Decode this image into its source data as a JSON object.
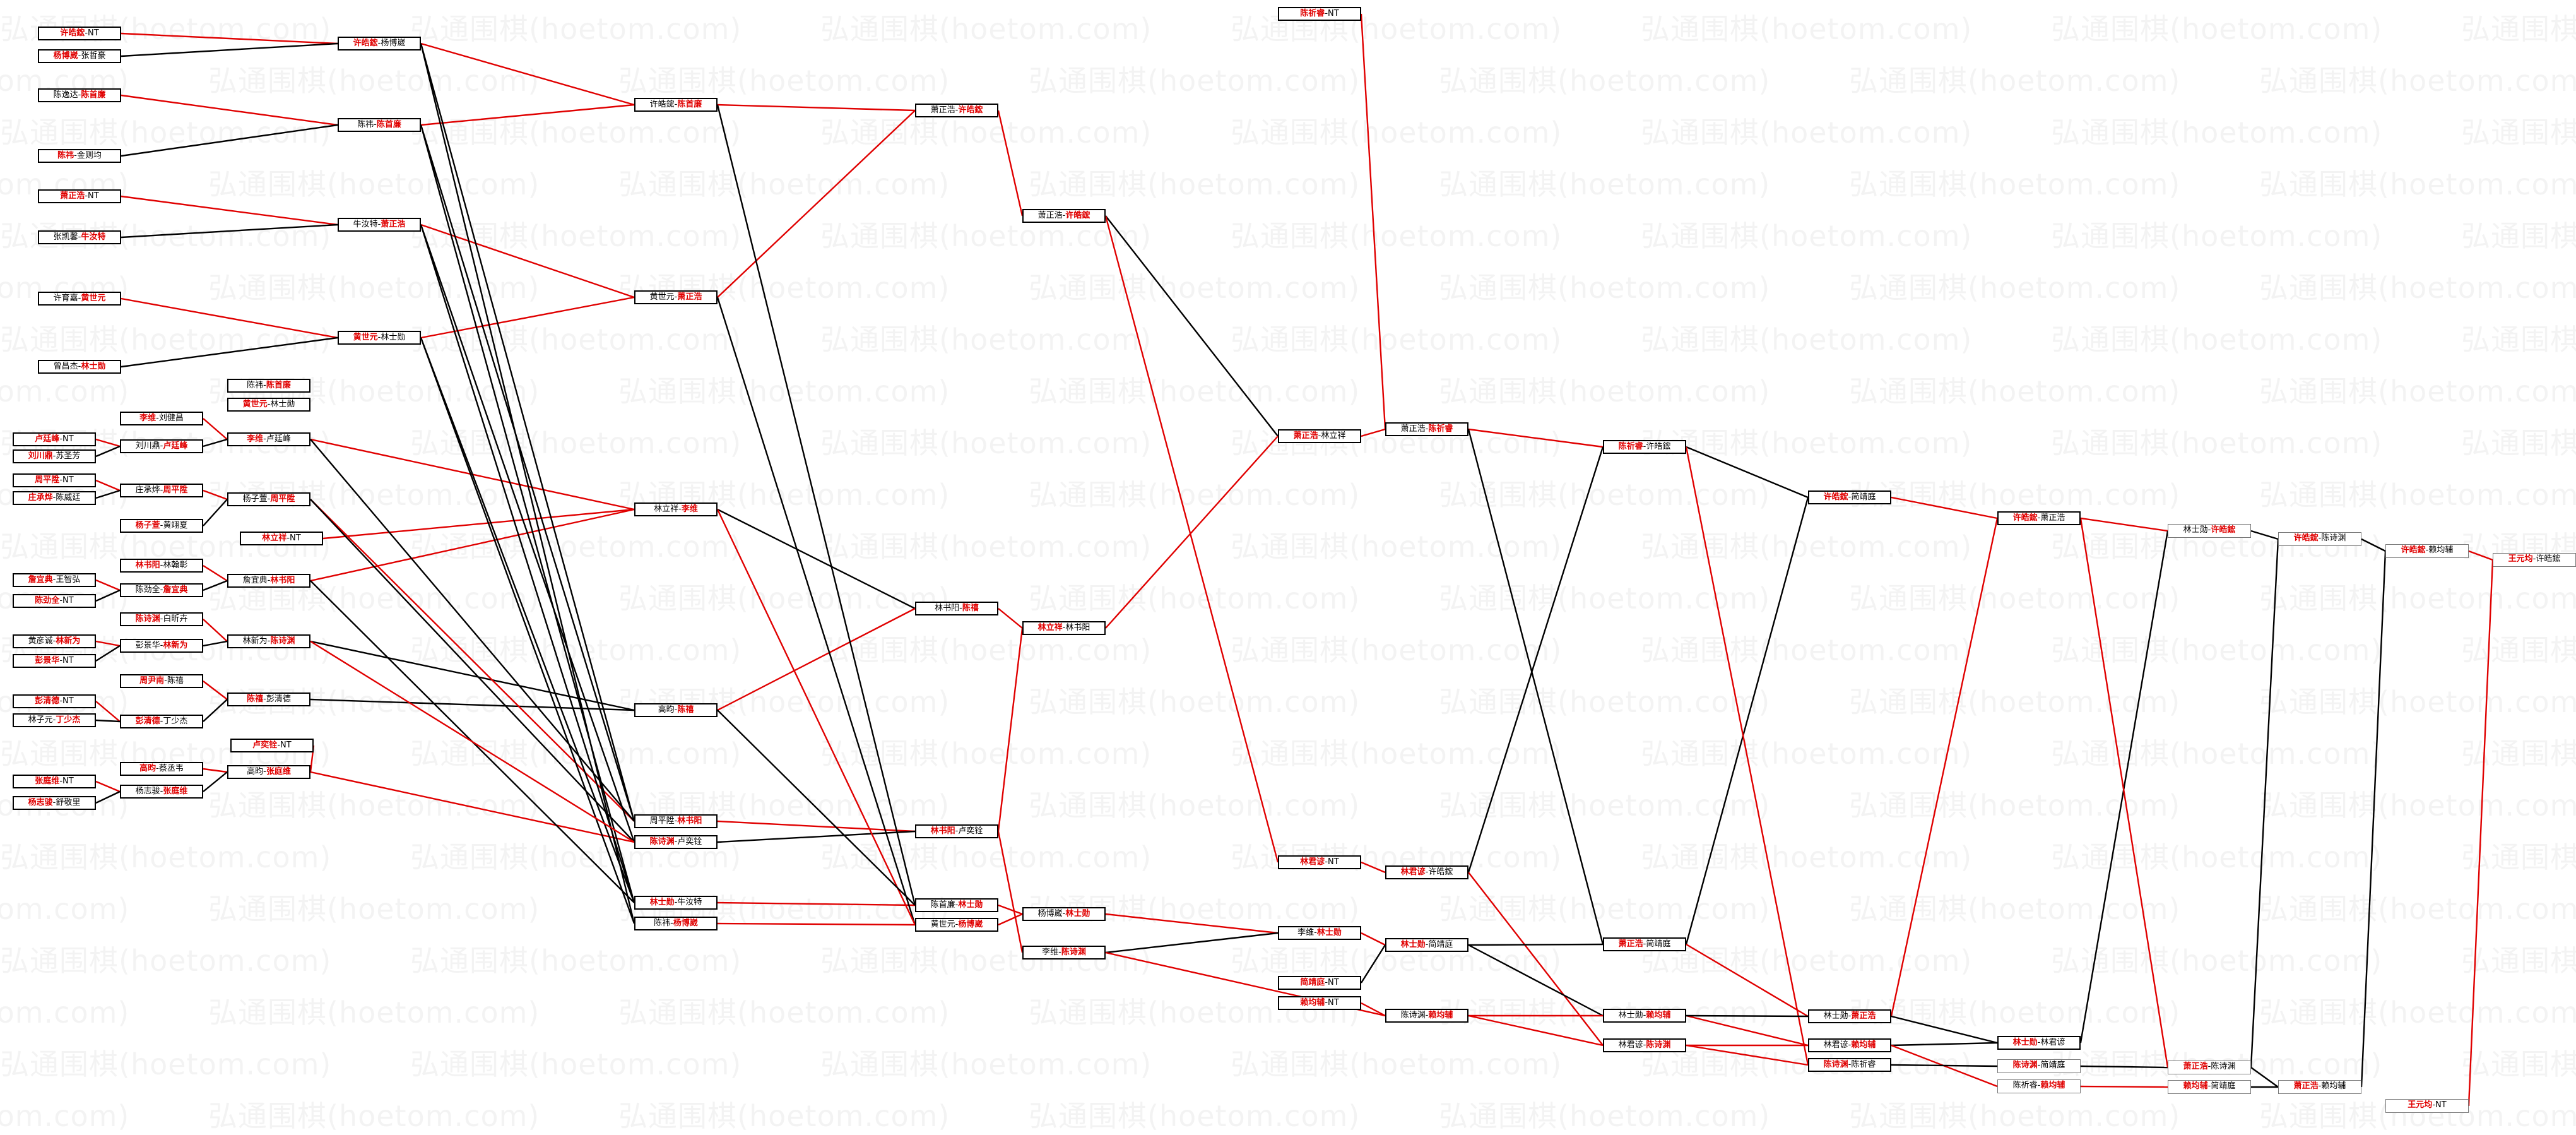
{
  "watermark": "弘通围棋(hoetom.com)",
  "colors": {
    "winner": "#e00000",
    "line_winner": "#e00000",
    "line_loser": "#000000",
    "border": "#000000"
  },
  "matches": [
    {
      "id": "r1_01",
      "a": "许皓鋐",
      "b": "NT",
      "w": "a"
    },
    {
      "id": "r1_02",
      "a": "杨博崴",
      "b": "张哲豪",
      "w": "a"
    },
    {
      "id": "r1_03",
      "a": "陈逸达",
      "b": "陈首廉",
      "w": "b"
    },
    {
      "id": "r1_04",
      "a": "陈祎",
      "b": "金则均",
      "w": "a"
    },
    {
      "id": "r1_05",
      "a": "萧正浩",
      "b": "NT",
      "w": "a"
    },
    {
      "id": "r1_06",
      "a": "张凯馨",
      "b": "牛汝特",
      "w": "b"
    },
    {
      "id": "r1_07",
      "a": "许育嘉",
      "b": "黄世元",
      "w": "b"
    },
    {
      "id": "r1_08",
      "a": "曾昌杰",
      "b": "林士勋",
      "w": "b"
    },
    {
      "id": "r1_09",
      "a": "卢廷峰",
      "b": "NT",
      "w": "a"
    },
    {
      "id": "r1_10",
      "a": "刘川鼎",
      "b": "苏圣芳",
      "w": "a"
    },
    {
      "id": "r1_11",
      "a": "周平陞",
      "b": "NT",
      "w": "a"
    },
    {
      "id": "r1_12",
      "a": "庄承烨",
      "b": "陈威廷",
      "w": "a"
    },
    {
      "id": "r1_13",
      "a": "詹宜典",
      "b": "王智弘",
      "w": "a"
    },
    {
      "id": "r1_14",
      "a": "陈劲全",
      "b": "NT",
      "w": "a"
    },
    {
      "id": "r1_15",
      "a": "黄彦诚",
      "b": "林新为",
      "w": "b"
    },
    {
      "id": "r1_16",
      "a": "彭景华",
      "b": "NT",
      "w": "a"
    },
    {
      "id": "r1_17",
      "a": "彭清德",
      "b": "NT",
      "w": "a"
    },
    {
      "id": "r1_18",
      "a": "林子元",
      "b": "丁少杰",
      "w": "b"
    },
    {
      "id": "r1_19",
      "a": "张庭维",
      "b": "NT",
      "w": "a"
    },
    {
      "id": "r1_20",
      "a": "杨志骏",
      "b": "舒敬里",
      "w": "a"
    },
    {
      "id": "r2_01",
      "a": "许皓鋐",
      "b": "杨博崴",
      "w": "a"
    },
    {
      "id": "r2_02",
      "a": "陈祎",
      "b": "陈首廉",
      "w": "b"
    },
    {
      "id": "r2_03",
      "a": "牛汝特",
      "b": "萧正浩",
      "w": "b"
    },
    {
      "id": "r2_04",
      "a": "黄世元",
      "b": "林士勋",
      "w": "a"
    },
    {
      "id": "r2_05",
      "a": "李维",
      "b": "刘健昌",
      "w": "a"
    },
    {
      "id": "r2_06",
      "a": "刘川鼎",
      "b": "卢廷峰",
      "w": "b"
    },
    {
      "id": "r2_07",
      "a": "庄承烨",
      "b": "周平陞",
      "w": "b"
    },
    {
      "id": "r2_08",
      "a": "杨子萱",
      "b": "黄翊夏",
      "w": "a"
    },
    {
      "id": "r2_09",
      "a": "林立祥",
      "b": "NT",
      "w": "a"
    },
    {
      "id": "r2_10",
      "a": "林书阳",
      "b": "林翰彰",
      "w": "a"
    },
    {
      "id": "r2_11",
      "a": "陈劲全",
      "b": "詹宜典",
      "w": "b"
    },
    {
      "id": "r2_12",
      "a": "陈诗渊",
      "b": "白昕卉",
      "w": "a"
    },
    {
      "id": "r2_13",
      "a": "彭景华",
      "b": "林新为",
      "w": "b"
    },
    {
      "id": "r2_14",
      "a": "周尹南",
      "b": "陈禧",
      "w": "a"
    },
    {
      "id": "r2_15",
      "a": "彭清德",
      "b": "丁少杰",
      "w": "a"
    },
    {
      "id": "r2_16",
      "a": "卢奕铨",
      "b": "NT",
      "w": "a"
    },
    {
      "id": "r2_17",
      "a": "高昀",
      "b": "蔡丞韦",
      "w": "a"
    },
    {
      "id": "r2_18",
      "a": "杨志骏",
      "b": "张庭维",
      "w": "b"
    },
    {
      "id": "r3_01",
      "a": "陈祎",
      "b": "陈首廉",
      "w": "b"
    },
    {
      "id": "r3_02",
      "a": "黄世元",
      "b": "林士勋",
      "w": "a"
    },
    {
      "id": "r3_03",
      "a": "李维",
      "b": "卢廷峰",
      "w": "a"
    },
    {
      "id": "r3_04",
      "a": "杨子萱",
      "b": "周平陞",
      "w": "b"
    },
    {
      "id": "r3_05",
      "a": "詹宜典",
      "b": "林书阳",
      "w": "b"
    },
    {
      "id": "r3_06",
      "a": "林新为",
      "b": "陈诗渊",
      "w": "b"
    },
    {
      "id": "r3_07",
      "a": "陈禧",
      "b": "彭清德",
      "w": "a"
    },
    {
      "id": "r3_08",
      "a": "高昀",
      "b": "张庭维",
      "w": "b"
    },
    {
      "id": "r4_01",
      "a": "许皓鋐",
      "b": "陈首廉",
      "w": "b"
    },
    {
      "id": "r4_02",
      "a": "黄世元",
      "b": "萧正浩",
      "w": "b"
    },
    {
      "id": "r4_03",
      "a": "林立祥",
      "b": "李维",
      "w": "b"
    },
    {
      "id": "r4_04",
      "a": "高昀",
      "b": "陈禧",
      "w": "b"
    },
    {
      "id": "r4_05",
      "a": "周平陞",
      "b": "林书阳",
      "w": "b"
    },
    {
      "id": "r4_06",
      "a": "陈诗渊",
      "b": "卢奕铨",
      "w": "a"
    },
    {
      "id": "r4_07",
      "a": "林士勋",
      "b": "牛汝特",
      "w": "a"
    },
    {
      "id": "r4_08",
      "a": "陈祎",
      "b": "杨博崴",
      "w": "b"
    },
    {
      "id": "r5_01",
      "a": "萧正浩",
      "b": "许皓鋐",
      "w": "b"
    },
    {
      "id": "r5_02",
      "a": "林书阳",
      "b": "陈禧",
      "w": "b"
    },
    {
      "id": "r5_03",
      "a": "林书阳",
      "b": "卢奕铨",
      "w": "a"
    },
    {
      "id": "r5_04",
      "a": "陈首廉",
      "b": "林士勋",
      "w": "b"
    },
    {
      "id": "r5_05",
      "a": "黄世元",
      "b": "杨博崴",
      "w": "b"
    },
    {
      "id": "r6_01",
      "a": "萧正浩",
      "b": "许皓鋐",
      "w": "b"
    },
    {
      "id": "r6_02",
      "a": "林立祥",
      "b": "林书阳",
      "w": "a"
    },
    {
      "id": "r6_03",
      "a": "杨博崴",
      "b": "林士勋",
      "w": "b"
    },
    {
      "id": "r6_04",
      "a": "李维",
      "b": "陈诗渊",
      "w": "b"
    },
    {
      "id": "r7_01",
      "a": "陈祈睿",
      "b": "NT",
      "w": "a"
    },
    {
      "id": "r7_02",
      "a": "萧正浩",
      "b": "林立祥",
      "w": "a"
    },
    {
      "id": "r7_03",
      "a": "林君谚",
      "b": "NT",
      "w": "a"
    },
    {
      "id": "r7_04",
      "a": "李维",
      "b": "林士勋",
      "w": "b"
    },
    {
      "id": "r7_05",
      "a": "简靖庭",
      "b": "NT",
      "w": "a"
    },
    {
      "id": "r7_06",
      "a": "赖均辅",
      "b": "NT",
      "w": "a"
    },
    {
      "id": "r8_01",
      "a": "萧正浩",
      "b": "陈祈睿",
      "w": "b"
    },
    {
      "id": "r8_02",
      "a": "林君谚",
      "b": "许皓鋐",
      "w": "a"
    },
    {
      "id": "r8_03",
      "a": "林士勋",
      "b": "简靖庭",
      "w": "a"
    },
    {
      "id": "r8_04",
      "a": "陈诗渊",
      "b": "赖均辅",
      "w": "b"
    },
    {
      "id": "r9_01",
      "a": "陈祈睿",
      "b": "许皓鋐",
      "w": "a"
    },
    {
      "id": "r9_02",
      "a": "萧正浩",
      "b": "简靖庭",
      "w": "a"
    },
    {
      "id": "r9_03",
      "a": "林士勋",
      "b": "赖均辅",
      "w": "b"
    },
    {
      "id": "r9_04",
      "a": "林君谚",
      "b": "陈诗渊",
      "w": "b"
    },
    {
      "id": "r10_01",
      "a": "许皓鋐",
      "b": "简靖庭",
      "w": "a"
    },
    {
      "id": "r10_02",
      "a": "林士勋",
      "b": "萧正浩",
      "w": "b"
    },
    {
      "id": "r10_03",
      "a": "林君谚",
      "b": "赖均辅",
      "w": "b"
    },
    {
      "id": "r10_04",
      "a": "陈诗渊",
      "b": "陈祈睿",
      "w": "a"
    },
    {
      "id": "r11_01",
      "a": "许皓鋐",
      "b": "萧正浩",
      "w": "a"
    },
    {
      "id": "r11_02",
      "a": "林士勋",
      "b": "林君谚",
      "w": "a"
    },
    {
      "id": "r11_03",
      "a": "陈诗渊",
      "b": "简靖庭",
      "w": "a"
    },
    {
      "id": "r11_04",
      "a": "陈祈睿",
      "b": "赖均辅",
      "w": "b"
    },
    {
      "id": "r12_01",
      "a": "林士勋",
      "b": "许皓鋐",
      "w": "b"
    },
    {
      "id": "r12_02",
      "a": "萧正浩",
      "b": "陈诗渊",
      "w": "a"
    },
    {
      "id": "r12_03",
      "a": "赖均辅",
      "b": "简靖庭",
      "w": "a"
    },
    {
      "id": "r13_01",
      "a": "许皓鋐",
      "b": "陈诗渊",
      "w": "a"
    },
    {
      "id": "r13_02",
      "a": "萧正浩",
      "b": "赖均辅",
      "w": "a"
    },
    {
      "id": "r14_01",
      "a": "许皓鋐",
      "b": "赖均辅",
      "w": "a"
    },
    {
      "id": "r15_01",
      "a": "王元均",
      "b": "许皓鋐",
      "w": "a"
    },
    {
      "id": "r15_02",
      "a": "王元均",
      "b": "NT",
      "w": "a"
    }
  ]
}
